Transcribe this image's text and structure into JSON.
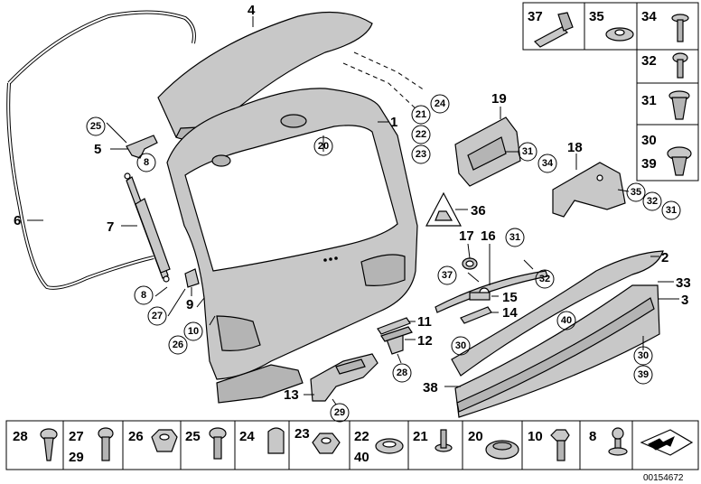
{
  "diagram": {
    "document_number": "00154672",
    "labels": {
      "l1": "1",
      "l2": "2",
      "l3": "3",
      "l4": "4",
      "l5": "5",
      "l6": "6",
      "l7": "7",
      "l8a": "8",
      "l8b": "8",
      "l9": "9",
      "l11": "11",
      "l12": "12",
      "l13": "13",
      "l14": "14",
      "l15": "15",
      "l16": "16",
      "l17": "17",
      "l18": "18",
      "l19": "19",
      "l33": "33",
      "l36": "36",
      "l38": "38"
    },
    "circled": {
      "c25": "25",
      "c8": "8",
      "c27": "27",
      "c10": "10",
      "c26": "26",
      "c20": "20",
      "c21": "21",
      "c22": "22",
      "c23": "23",
      "c24": "24",
      "c31a": "31",
      "c34": "34",
      "c35": "35",
      "c32a": "32",
      "c31b": "31",
      "c31c": "31",
      "c32b": "32",
      "c37": "37",
      "c40": "40",
      "c30a": "30",
      "c30b": "30",
      "c39": "39",
      "c28": "28",
      "c29": "29"
    },
    "right_panel": [
      {
        "label": "37"
      },
      {
        "label": "35"
      },
      {
        "label": "34"
      },
      {
        "label": "32"
      },
      {
        "label": "31"
      },
      {
        "label": "30",
        "label2": "39"
      }
    ],
    "bottom_row": [
      {
        "label": "28"
      },
      {
        "label": "27",
        "label2": "29"
      },
      {
        "label": "26"
      },
      {
        "label": "25"
      },
      {
        "label": "24"
      },
      {
        "label": "23"
      },
      {
        "label": "22",
        "label2": "40"
      },
      {
        "label": "21"
      },
      {
        "label": "20"
      },
      {
        "label": "10"
      },
      {
        "label": "8"
      }
    ]
  }
}
